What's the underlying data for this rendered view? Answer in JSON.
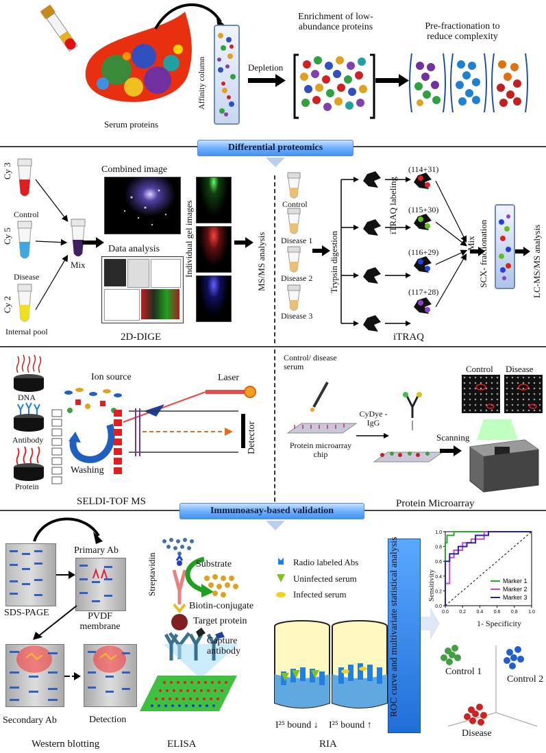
{
  "top": {
    "serum_label": "Serum proteins",
    "affinity_label": "Affinity column",
    "depletion_label": "Depletion",
    "enrichment_label": "Enrichment of low-abundance proteins",
    "prefraction_label": "Pre-fractionation to reduce complexity"
  },
  "banners": {
    "differential": "Differential proteomics",
    "immunoassay": "Immunoasay-based validation"
  },
  "dige": {
    "combined_image": "Combined image",
    "cy3": "Cy 3",
    "cy5": "Cy 5",
    "cy2": "Cy 2",
    "control": "Control",
    "disease": "Disease",
    "internal_pool": "Internal pool",
    "mix": "Mix",
    "data_analysis": "Data analysis",
    "individual_gel": "Individual gel images",
    "msms": "MS/MS analysis",
    "title": "2D-DIGE"
  },
  "itraq": {
    "control": "Control",
    "disease1": "Disease 1",
    "disease2": "Disease 2",
    "disease3": "Disease 3",
    "trypsin": "Trypsin digestion",
    "labeling": "iTRAQ labeling",
    "tags": [
      "(114+31)",
      "(115+30)",
      "(116+29)",
      "(117+28)"
    ],
    "mix": "Mix",
    "scx": "SCX- fractionation",
    "lcmsms": "LC-MS/MS analysis",
    "title": "iTRAQ"
  },
  "seldi": {
    "dna": "DNA",
    "antibody": "Antibody",
    "protein": "Protein",
    "ion_source": "Ion source",
    "laser": "Laser",
    "washing": "Washing",
    "detector": "Detector",
    "title": "SELDI-TOF MS"
  },
  "microarray": {
    "serum": "Control/ disease serum",
    "chip": "Protein microarray chip",
    "cydye": "CyDye - IgG",
    "scanning": "Scanning",
    "control": "Control",
    "disease": "Disease",
    "title": "Protein Microarray"
  },
  "western": {
    "primary": "Primary Ab",
    "sds": "SDS-PAGE",
    "pvdf": "PVDF membrane",
    "secondary": "Secondary Ab",
    "detection": "Detection",
    "title": "Western blotting"
  },
  "elisa": {
    "streptavidin": "Streptavidin",
    "substrate": "Substrate",
    "biotin": "Biotin-conjugate",
    "target": "Target protein",
    "capture": "Capture antibody",
    "title": "ELISA"
  },
  "ria": {
    "legend": [
      "Radio labeled Abs",
      "Uninfected serum",
      "Infected serum"
    ],
    "bound_down": "I²⁵ bound ↓",
    "bound_up": "I²⁵ bound ↑",
    "title": "RIA"
  },
  "roc": {
    "box_label": "ROC curve and multivariate statistical analysis",
    "ylabel": "Sensitivity",
    "xlabel": "1- Specificity",
    "yticks": [
      "1.0",
      "0.8",
      "0.6",
      "0.4",
      "0.2",
      "0.0"
    ],
    "xticks": [
      "0.0",
      "0.2",
      "0.4",
      "0.6",
      "0.8",
      "1.0"
    ],
    "legend": [
      "Marker 1",
      "Marker 2",
      "Marker 3"
    ],
    "control1": "Control 1",
    "control2": "Control 2",
    "disease": "Disease",
    "colors": {
      "m1": "#22aa22",
      "m2": "#cc44cc",
      "m3": "#2222aa"
    }
  },
  "chart_data": {
    "type": "line",
    "xlabel": "1- Specificity",
    "ylabel": "Sensitivity",
    "xlim": [
      0,
      1
    ],
    "ylim": [
      0,
      1
    ],
    "series": [
      {
        "name": "Marker 1",
        "x": [
          0,
          0.02,
          0.05,
          0.1,
          0.2,
          0.4,
          1.0
        ],
        "y": [
          0,
          0.85,
          0.95,
          0.95,
          1.0,
          1.0,
          1.0
        ]
      },
      {
        "name": "Marker 2",
        "x": [
          0,
          0.05,
          0.1,
          0.2,
          0.3,
          0.45,
          0.7,
          1.0
        ],
        "y": [
          0,
          0.3,
          0.65,
          0.75,
          0.85,
          0.9,
          1.0,
          1.0
        ]
      },
      {
        "name": "Marker 3",
        "x": [
          0,
          0.05,
          0.15,
          0.25,
          0.35,
          0.5,
          0.7,
          1.0
        ],
        "y": [
          0,
          0.6,
          0.7,
          0.8,
          0.85,
          0.95,
          1.0,
          1.0
        ]
      }
    ]
  }
}
